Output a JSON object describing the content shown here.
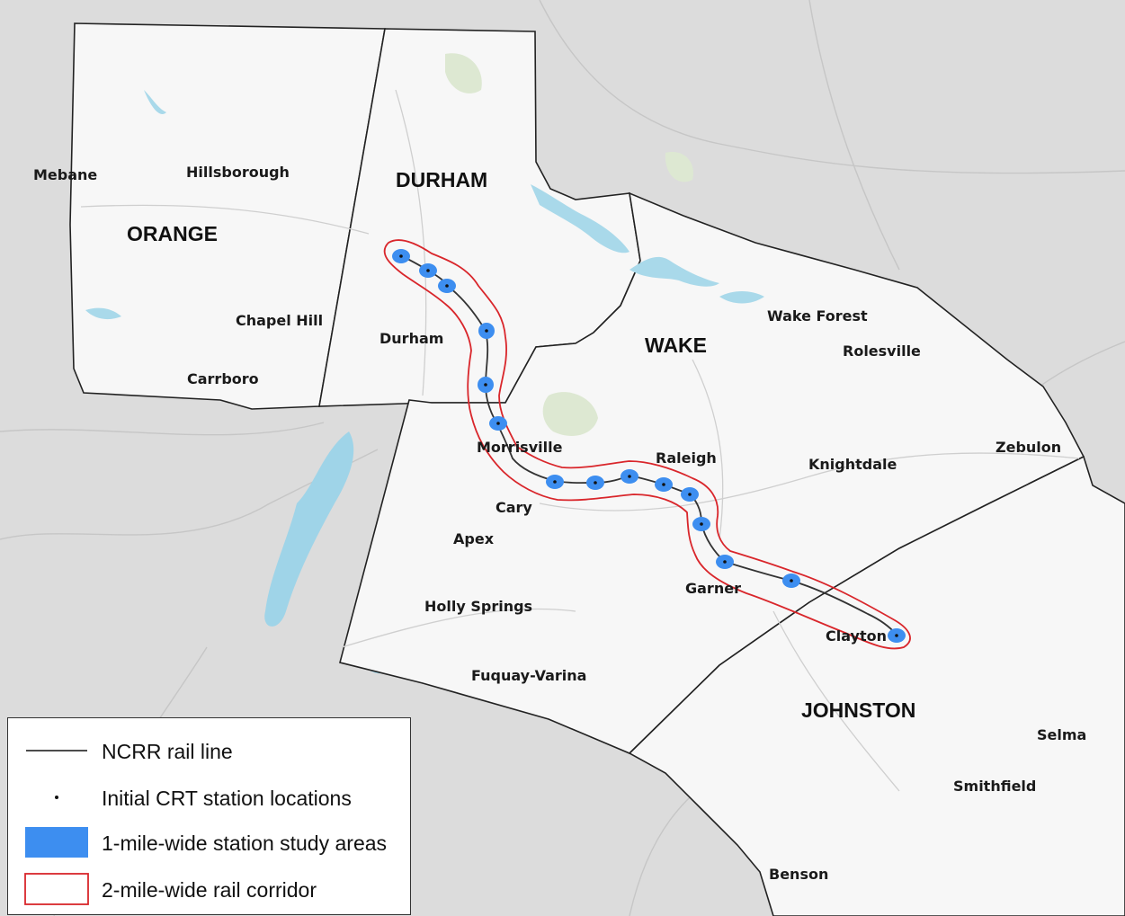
{
  "counties": [
    {
      "id": "orange",
      "label": "ORANGE"
    },
    {
      "id": "durham",
      "label": "DURHAM"
    },
    {
      "id": "wake",
      "label": "WAKE"
    },
    {
      "id": "johnston",
      "label": "JOHNSTON"
    }
  ],
  "towns": [
    {
      "id": "mebane",
      "label": "Mebane"
    },
    {
      "id": "hillsborough",
      "label": "Hillsborough"
    },
    {
      "id": "chapel-hill",
      "label": "Chapel Hill"
    },
    {
      "id": "carrboro",
      "label": "Carrboro"
    },
    {
      "id": "durham",
      "label": "Durham"
    },
    {
      "id": "morrisville",
      "label": "Morrisville"
    },
    {
      "id": "cary",
      "label": "Cary"
    },
    {
      "id": "apex",
      "label": "Apex"
    },
    {
      "id": "holly-springs",
      "label": "Holly Springs"
    },
    {
      "id": "fuquay-varina",
      "label": "Fuquay-Varina"
    },
    {
      "id": "raleigh",
      "label": "Raleigh"
    },
    {
      "id": "garner",
      "label": "Garner"
    },
    {
      "id": "clayton",
      "label": "Clayton"
    },
    {
      "id": "wake-forest",
      "label": "Wake Forest"
    },
    {
      "id": "rolesville",
      "label": "Rolesville"
    },
    {
      "id": "knightdale",
      "label": "Knightdale"
    },
    {
      "id": "zebulon",
      "label": "Zebulon"
    },
    {
      "id": "selma",
      "label": "Selma"
    },
    {
      "id": "smithfield",
      "label": "Smithfield"
    },
    {
      "id": "benson",
      "label": "Benson"
    }
  ],
  "legend": {
    "rail_line": "NCRR rail line",
    "stations": "Initial CRT station locations",
    "study_areas": "1-mile-wide station study areas",
    "corridor": "2-mile-wide rail corridor"
  },
  "colors": {
    "station_area": "#3d8ef0",
    "corridor": "#d9262b",
    "rail_line": "#333333",
    "water": "#9fd4e8",
    "county_fill": "#f7f7f7",
    "background": "#dcdcdc"
  }
}
